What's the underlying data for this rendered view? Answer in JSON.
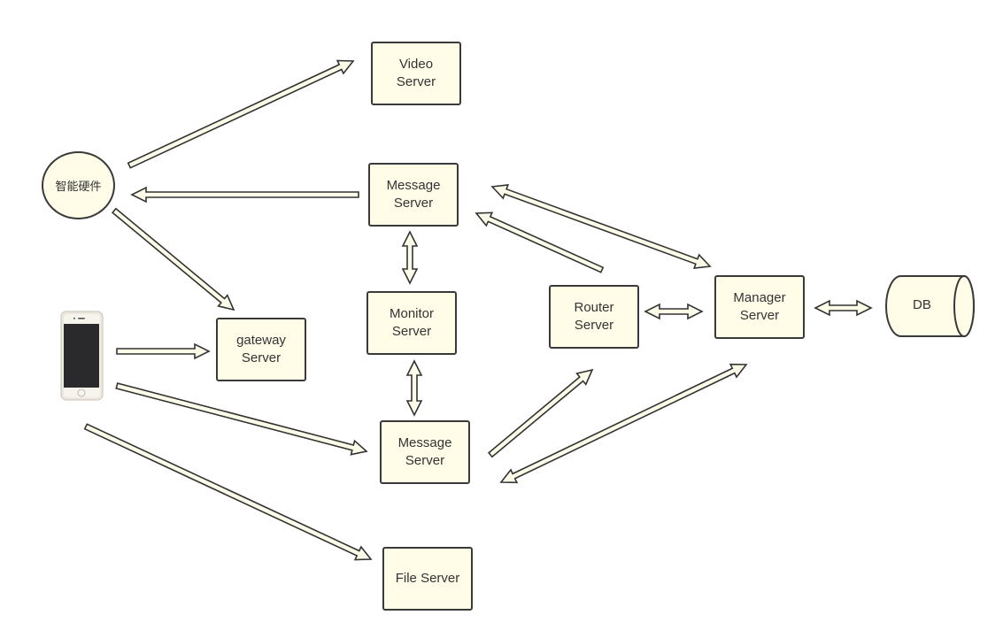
{
  "colors": {
    "node_fill": "#fffde8",
    "node_border": "#3a3a3a",
    "arrow_fill": "#fdfce8",
    "arrow_stroke": "#333333",
    "text": "#333333"
  },
  "nodes": {
    "video_server": "Video\nServer",
    "message_server_top": "Message\nServer",
    "monitor_server": "Monitor\nServer",
    "message_server_bottom": "Message\nServer",
    "gateway_server": "gateway\nServer",
    "file_server": "File Server",
    "router_server": "Router\nServer",
    "manager_server": "Manager\nServer",
    "smart_hardware": "智能硬件",
    "db": "DB"
  },
  "icons": {
    "phone": "smartphone-icon"
  },
  "connections": [
    {
      "from": "smart_hardware",
      "to": "video_server",
      "type": "one-way"
    },
    {
      "from": "message_server_top",
      "to": "smart_hardware",
      "type": "one-way"
    },
    {
      "from": "smart_hardware",
      "to": "gateway_server",
      "type": "one-way"
    },
    {
      "from": "phone",
      "to": "gateway_server",
      "type": "one-way"
    },
    {
      "from": "phone",
      "to": "message_server_bottom",
      "type": "one-way"
    },
    {
      "from": "phone",
      "to": "file_server",
      "type": "one-way"
    },
    {
      "from": "message_server_top",
      "to": "monitor_server",
      "type": "two-way"
    },
    {
      "from": "monitor_server",
      "to": "message_server_bottom",
      "type": "two-way"
    },
    {
      "from": "router_server",
      "to": "message_server_top",
      "type": "one-way"
    },
    {
      "from": "message_server_bottom",
      "to": "router_server",
      "type": "one-way"
    },
    {
      "from": "message_server_top",
      "to": "manager_server",
      "type": "two-way"
    },
    {
      "from": "message_server_bottom",
      "to": "manager_server",
      "type": "two-way"
    },
    {
      "from": "router_server",
      "to": "manager_server",
      "type": "two-way"
    },
    {
      "from": "manager_server",
      "to": "db",
      "type": "two-way"
    }
  ]
}
